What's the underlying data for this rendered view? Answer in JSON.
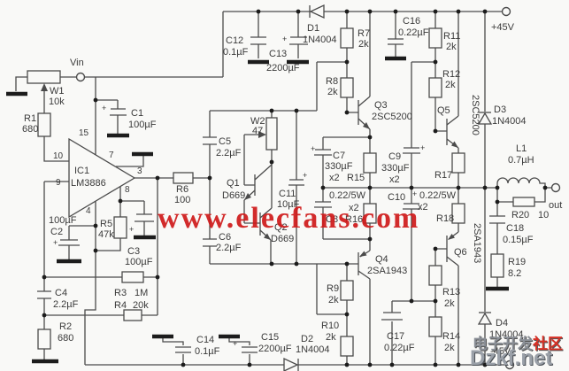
{
  "terminals": {
    "vin": "Vin",
    "vpos": "+45V",
    "vneg": "-45V",
    "out": "out"
  },
  "ic": {
    "ref": "IC1",
    "part": "LM3886",
    "pins": {
      "p15": "15",
      "p10": "10",
      "p9": "9",
      "p7": "7",
      "p3": "3",
      "p8": "8",
      "p4": "4"
    }
  },
  "misc": {
    "plus": "+"
  },
  "parts": {
    "w1": {
      "ref": "W1",
      "val": "10k"
    },
    "w2": {
      "ref": "W2",
      "val": "47"
    },
    "r1": {
      "ref": "R1",
      "val": "680"
    },
    "r2": {
      "ref": "R2",
      "val": "680"
    },
    "r3": {
      "ref": "R3",
      "val": "1M"
    },
    "r4": {
      "ref": "R4",
      "val": "20k"
    },
    "r5": {
      "ref": "R5",
      "val": "47k"
    },
    "r6": {
      "ref": "R6",
      "val": "100"
    },
    "r7": {
      "ref": "R7",
      "val": "2k"
    },
    "r8": {
      "ref": "R8",
      "val": "2k"
    },
    "r9": {
      "ref": "R9",
      "val": "2k"
    },
    "r10": {
      "ref": "R10",
      "val": "2k"
    },
    "r11": {
      "ref": "R11",
      "val": "2k"
    },
    "r12": {
      "ref": "R12",
      "val": "2k"
    },
    "r13": {
      "ref": "R13",
      "val": "2k"
    },
    "r14": {
      "ref": "R14",
      "val": "2k"
    },
    "r15": {
      "ref": "R15",
      "val": "0.22/5W",
      "mult": "x2"
    },
    "r16": {
      "ref": "R16"
    },
    "r17": {
      "ref": "R17",
      "val": "0.22/5W",
      "mult": "x2"
    },
    "r18": {
      "ref": "R18"
    },
    "r19": {
      "ref": "R19",
      "val": "8.2"
    },
    "r20": {
      "ref": "R20",
      "val": "10"
    },
    "c1": {
      "ref": "C1",
      "val": "100µF"
    },
    "c2": {
      "ref": "C2",
      "val": "100µF"
    },
    "c3": {
      "ref": "C3",
      "val": "100µF"
    },
    "c4": {
      "ref": "C4",
      "val": "2.2µF"
    },
    "c5": {
      "ref": "C5",
      "val": "2.2µF"
    },
    "c6": {
      "ref": "C6",
      "val": "2.2µF"
    },
    "c7": {
      "ref": "C7",
      "val": "330µF",
      "mult": "x2"
    },
    "c8": {
      "ref": "C8"
    },
    "c9": {
      "ref": "C9",
      "val": "330µF",
      "mult": "x2"
    },
    "c10": {
      "ref": "C10"
    },
    "c11": {
      "ref": "C11",
      "val": "10µF"
    },
    "c12": {
      "ref": "C12",
      "val": "0.1µF"
    },
    "c13": {
      "ref": "C13",
      "val": "2200µF"
    },
    "c14": {
      "ref": "C14",
      "val": "0.1µF"
    },
    "c15": {
      "ref": "C15",
      "val": "2200µF"
    },
    "c16": {
      "ref": "C16",
      "val": "0.22µF"
    },
    "c17": {
      "ref": "C17",
      "val": "0.22µF"
    },
    "c18": {
      "ref": "C18",
      "val": "0.15µF"
    },
    "l1": {
      "ref": "L1",
      "val": "0.7µH"
    },
    "d1": {
      "ref": "D1",
      "val": "1N4004"
    },
    "d2": {
      "ref": "D2",
      "val": "1N4004"
    },
    "d3": {
      "ref": "D3",
      "val": "1N4004"
    },
    "d4": {
      "ref": "D4",
      "val": "1N4004"
    },
    "q1": {
      "ref": "Q1",
      "val": "D669"
    },
    "q2": {
      "ref": "Q2",
      "val": "D669"
    },
    "q3": {
      "ref": "Q3",
      "val": "2SC5200"
    },
    "q4": {
      "ref": "Q4",
      "val": "2SA1943"
    },
    "q5": {
      "ref": "Q5",
      "val": "2SC5200"
    },
    "q6": {
      "ref": "Q6",
      "val": "2SA1943"
    }
  },
  "watermarks": {
    "center": "www.elecfans.com",
    "corner_cn_left": "电子开发",
    "corner_cn_right": "社区",
    "corner_net": "Dzkf.net"
  }
}
